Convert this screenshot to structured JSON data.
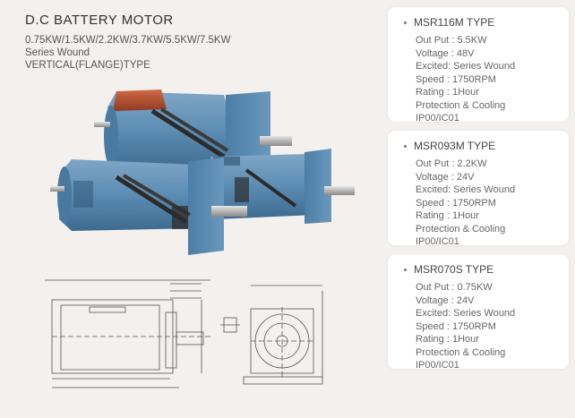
{
  "header": {
    "title": "D.C BATTERY MOTOR",
    "lines": [
      "0.75KW/1.5KW/2.2KW/3.7KW/5.5KW/7.5KW",
      "Series Wound",
      "VERTICAL(FLANGE)TYPE"
    ]
  },
  "models": [
    {
      "title": "MSR116M TYPE",
      "specs": [
        "Out Put : 5.5KW",
        "Voltage : 48V",
        "Excited: Series Wound",
        "Speed : 1750RPM",
        "Rating : 1Hour",
        "Protection & Cooling",
        "IP00/IC01"
      ]
    },
    {
      "title": "MSR093M TYPE",
      "specs": [
        "Out Put : 2.2KW",
        "Voltage : 24V",
        "Excited: Series Wound",
        "Speed : 1750RPM",
        "Rating : 1Hour",
        "Protection & Cooling",
        "IP00/IC01"
      ]
    },
    {
      "title": "MSR070S TYPE",
      "specs": [
        "Out Put : 0.75KW",
        "Voltage : 24V",
        "Excited: Series Wound",
        "Speed : 1750RPM",
        "Rating : 1Hour",
        "Protection & Cooling",
        "IP00/IC01"
      ]
    }
  ],
  "colors": {
    "motor_body": "#5f8fb5",
    "motor_dark": "#3d6a8f",
    "band_red": "#b84a2c",
    "page_bg": "#f3f0ee",
    "card_bg": "#ffffff"
  }
}
